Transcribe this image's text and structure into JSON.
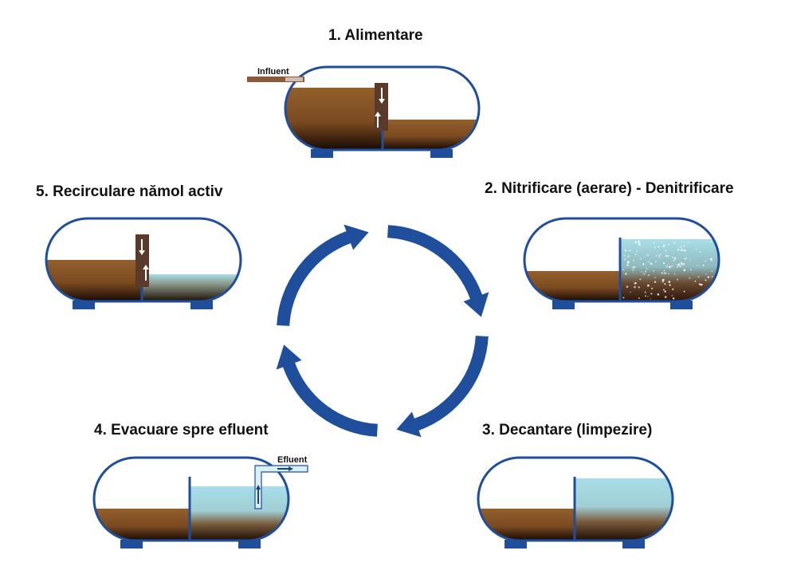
{
  "stages": [
    {
      "number": 1,
      "title": "1. Alimentare",
      "pipe_label": "Influent"
    },
    {
      "number": 2,
      "title": "2. Nitrificare (aerare) - Denitrificare"
    },
    {
      "number": 3,
      "title": "3. Decantare (limpezire)"
    },
    {
      "number": 4,
      "title": "4. Evacuare spre efluent",
      "pipe_label": "Efluent"
    },
    {
      "number": 5,
      "title": "5. Recirculare nămol activ"
    }
  ],
  "colors": {
    "tank_outline": "#1f4e9c",
    "cycle_arrows": "#1f4e9c",
    "sludge": "#8b5a2b",
    "sludge_dark": "#1a0d05",
    "clear_water": "#a8dde8",
    "pipe": "#6b4a3a"
  },
  "cycle_direction": "clockwise"
}
